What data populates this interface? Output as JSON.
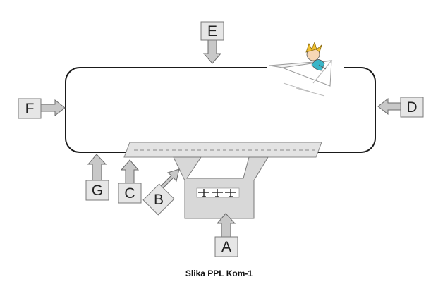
{
  "caption": "Slika PPL Kom-1",
  "labels": {
    "A": "A",
    "B": "B",
    "C": "C",
    "D": "D",
    "E": "E",
    "F": "F",
    "G": "G"
  },
  "colors": {
    "outline": "#1a1a1a",
    "box_fill": "#e6e6e6",
    "box_stroke": "#7a7a7a",
    "arrow_fill": "#c8c8c8",
    "arrow_stroke": "#6a6a6a",
    "runway_fill": "#e3e3e3",
    "apron_fill": "#d8d8d8",
    "pilot_hair": "#f2c230",
    "pilot_shirt": "#39b6c8"
  }
}
